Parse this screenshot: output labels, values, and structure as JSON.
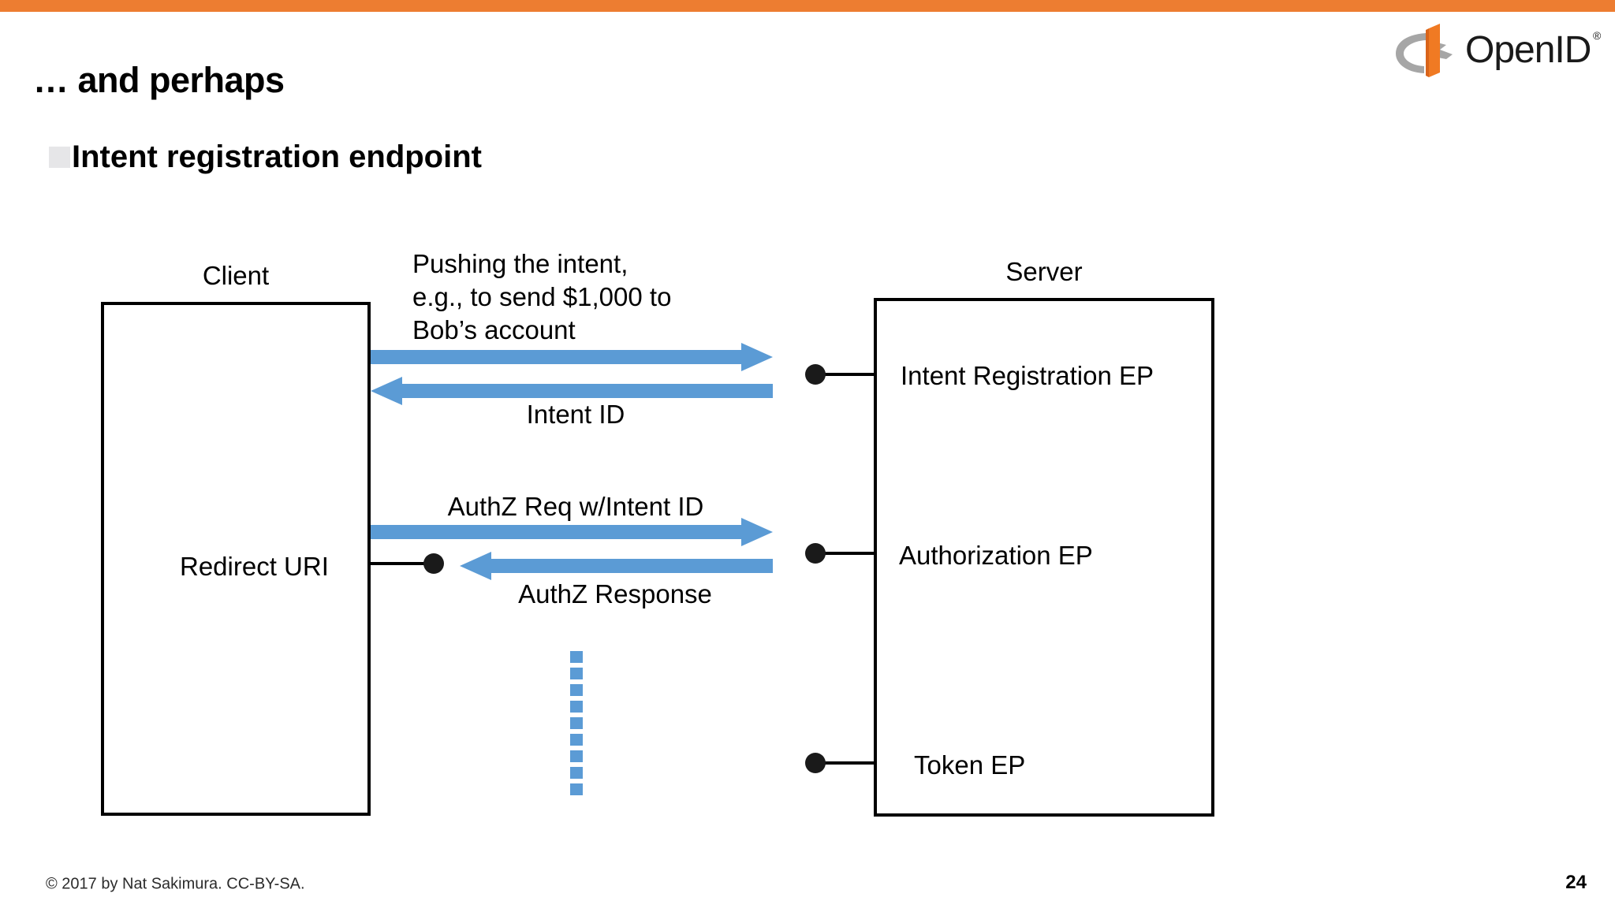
{
  "slide": {
    "title": "… and perhaps",
    "bullet": "Intent registration endpoint",
    "page_number": "24",
    "copyright": "© 2017 by Nat Sakimura. CC-BY-SA.",
    "accent_orange": "#ED7D31",
    "arrow_blue": "#5B9BD5",
    "bullet_square_color": "#E6E6E8"
  },
  "logo": {
    "name": "openid-logo",
    "wordmark": "OpenID",
    "registered_mark": "®",
    "bar_color": "#ED7D31",
    "arc_color": "#A6A6A6"
  },
  "diagram": {
    "client": {
      "label": "Client",
      "inner_label": "Redirect URI"
    },
    "server": {
      "label": "Server",
      "endpoints": [
        {
          "label": "Intent Registration EP"
        },
        {
          "label": "Authorization EP"
        },
        {
          "label": "Token EP"
        }
      ]
    },
    "messages": [
      {
        "id": "push-intent",
        "label": "Pushing the intent,\ne.g., to send $1,000 to\nBob’s account",
        "line1": "Pushing the intent,",
        "line2": "e.g., to send $1,000 to",
        "line3": "Bob’s account",
        "direction": "right"
      },
      {
        "id": "intent-id",
        "label": "Intent ID",
        "direction": "left"
      },
      {
        "id": "authz-request",
        "label": "AuthZ Req w/Intent ID",
        "direction": "right"
      },
      {
        "id": "authz-response",
        "label": "AuthZ Response",
        "direction": "left"
      }
    ],
    "continuation": {
      "style": "dotted-vertical",
      "color": "#5B9BD5",
      "dots": 9
    }
  }
}
